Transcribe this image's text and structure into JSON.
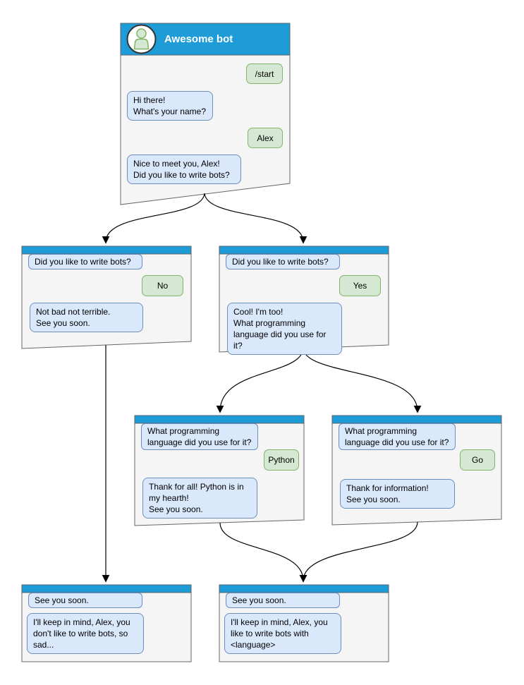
{
  "colors": {
    "header_blue": "#1E9CD8",
    "panel_fill": "#F5F5F5",
    "panel_border": "#666666",
    "bot_bubble_fill": "#DAE8FC",
    "bot_bubble_border": "#6C8EBF",
    "user_bubble_fill": "#D5E8D4",
    "user_bubble_border": "#82B366",
    "arrow": "#000000"
  },
  "icons": {
    "avatar": "person-avatar-icon"
  },
  "nodes": {
    "main": {
      "title": "Awesome bot",
      "messages": {
        "start": "/start",
        "greet": "Hi there!\nWhat's your name?",
        "name": "Alex",
        "ask": "Nice to meet you, Alex!\nDid you like to write bots?"
      }
    },
    "branch_no": {
      "question": "Did you like to write bots?",
      "answer": "No",
      "reply": "Not bad not terrible.\nSee you soon."
    },
    "branch_yes": {
      "question": "Did you like to write bots?",
      "answer": "Yes",
      "reply": "Cool! I'm too!\nWhat programming\nlanguage did you use for it?"
    },
    "branch_python": {
      "question": "What programming\nlanguage did you use for it?",
      "answer": "Python",
      "reply": "Thank for all! Python is in\nmy hearth!\nSee you soon."
    },
    "branch_go": {
      "question": "What programming\nlanguage did you use for it?",
      "answer": "Go",
      "reply": "Thank for information!\nSee you soon."
    },
    "end_no": {
      "question": "See you soon.",
      "reply": "I'll keep in mind, Alex, you\ndon't like to write bots, so\nsad..."
    },
    "end_yes": {
      "question": "See you soon.",
      "reply": "I'll keep in mind, Alex, you\nlike to write bots with\n<language>"
    }
  }
}
